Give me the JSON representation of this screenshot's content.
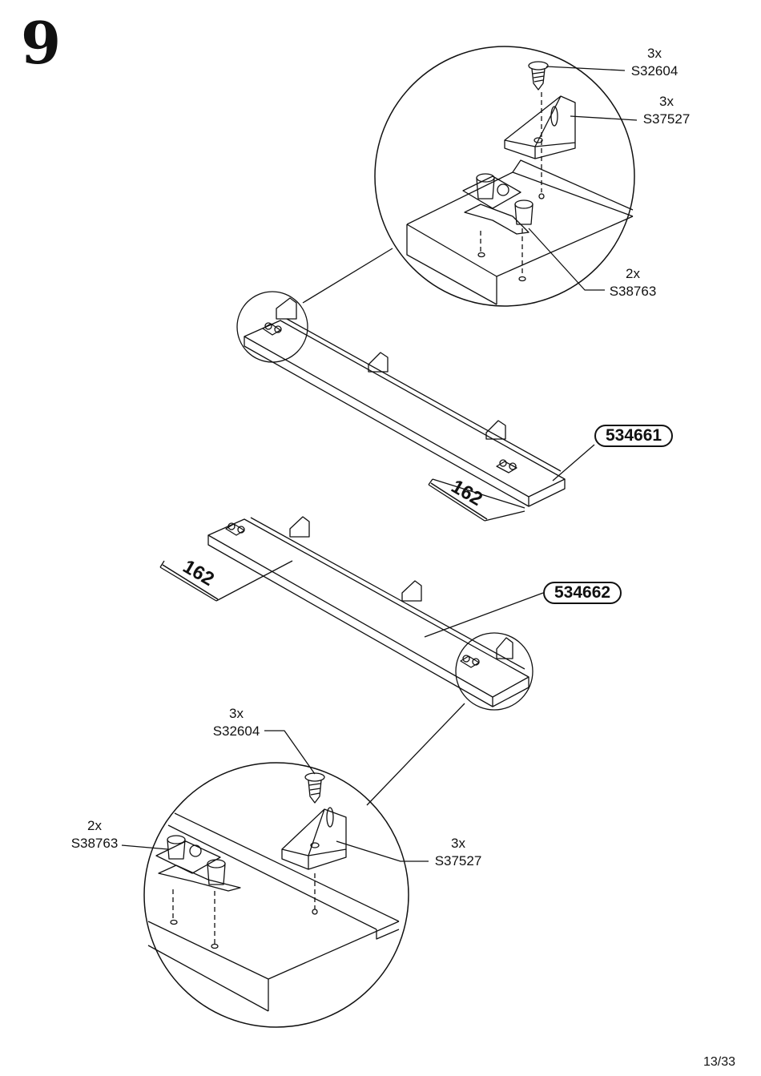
{
  "step": {
    "number": "9"
  },
  "callouts": {
    "top": {
      "screw": {
        "qty": "3x",
        "code": "S32604"
      },
      "bracket": {
        "qty": "3x",
        "code": "S37527"
      },
      "cam": {
        "qty": "2x",
        "code": "S38763"
      }
    },
    "bottom": {
      "screw": {
        "qty": "3x",
        "code": "S32604"
      },
      "bracket": {
        "qty": "3x",
        "code": "S37527"
      },
      "cam": {
        "qty": "2x",
        "code": "S38763"
      }
    }
  },
  "parts": {
    "upper_rail": "534661",
    "lower_rail": "534662"
  },
  "dimensions": {
    "upper": "162",
    "lower": "162"
  },
  "footer": {
    "page": "13/33"
  }
}
